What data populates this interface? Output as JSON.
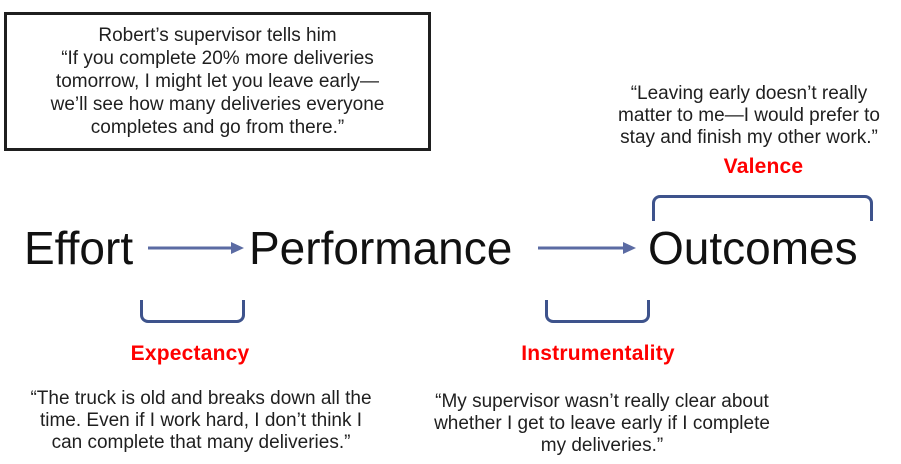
{
  "palette": {
    "ink": "#1f1f1f",
    "box_border": "#1f1f1f",
    "accent_red": "#ff0000",
    "arrow_blue": "#5b6ba3",
    "bracket_blue": "#3e538c"
  },
  "supervisor_box": {
    "text": "Robert’s supervisor tells him\n“If you complete 20% more deliveries\ntomorrow, I might let you leave early—\nwe’ll see how many deliveries everyone\ncompletes and go from there.”"
  },
  "nodes": [
    "Effort",
    "Performance",
    "Outcomes"
  ],
  "valence": {
    "quote": "“Leaving early doesn’t really\nmatter to me—I would prefer to\nstay and finish my other work.”",
    "label": "Valence"
  },
  "expectancy": {
    "label": "Expectancy",
    "quote": "“The truck is old and breaks down all the\ntime. Even if I work hard, I don’t think I\ncan complete that many deliveries.”"
  },
  "instrumentality": {
    "label": "Instrumentality",
    "quote": "“My supervisor wasn’t really clear about\nwhether I get to leave early if I complete\nmy deliveries.”"
  }
}
